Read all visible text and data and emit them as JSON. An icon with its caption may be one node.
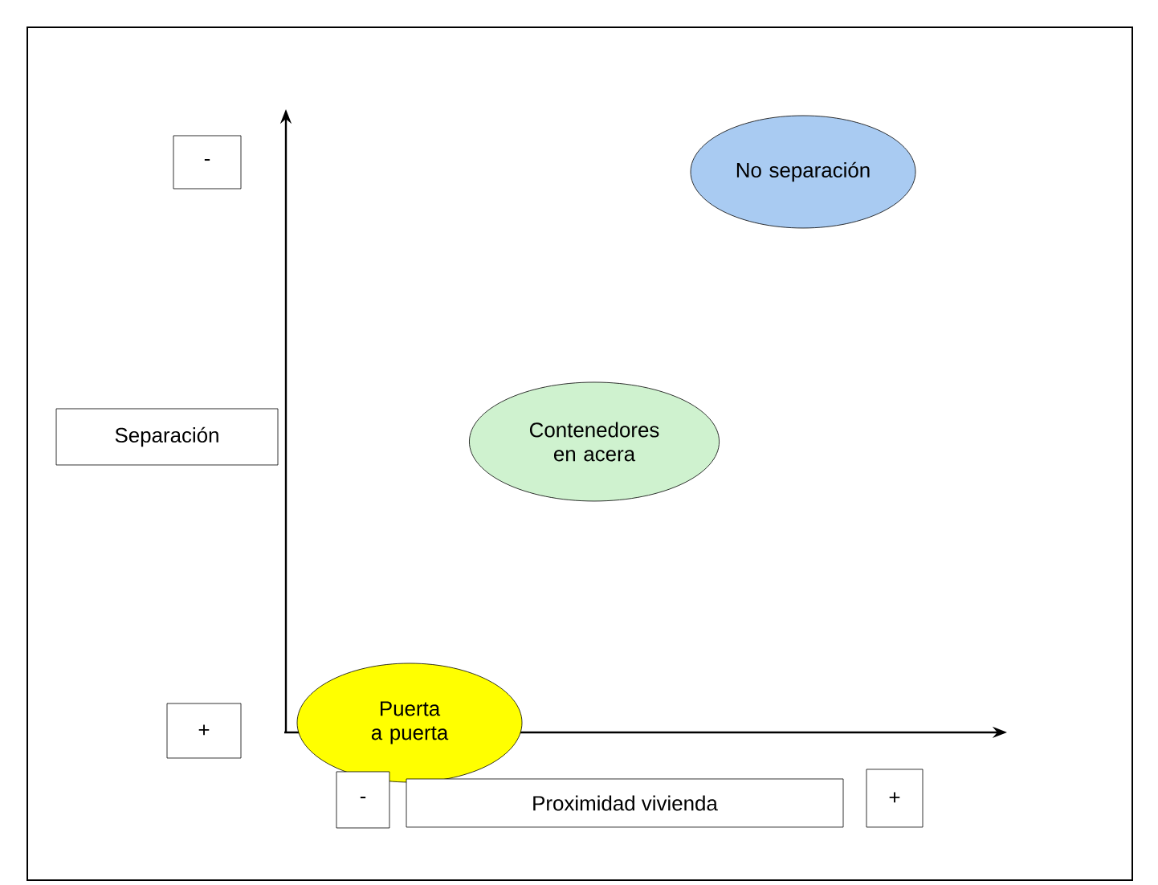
{
  "diagram": {
    "nodes": [
      {
        "text": [
          "-"
        ]
      },
      {
        "text": [
          "Separación"
        ]
      },
      {
        "text": [
          "+"
        ]
      },
      {
        "text": [
          "No separación"
        ]
      },
      {
        "text": [
          "Contenedores en acera"
        ]
      },
      {
        "text": [
          "Puerta a puerta"
        ]
      },
      {
        "text": [
          "-"
        ]
      },
      {
        "text": [
          "Proximidad vivienda"
        ]
      },
      {
        "text": [
          "+"
        ]
      }
    ]
  }
}
